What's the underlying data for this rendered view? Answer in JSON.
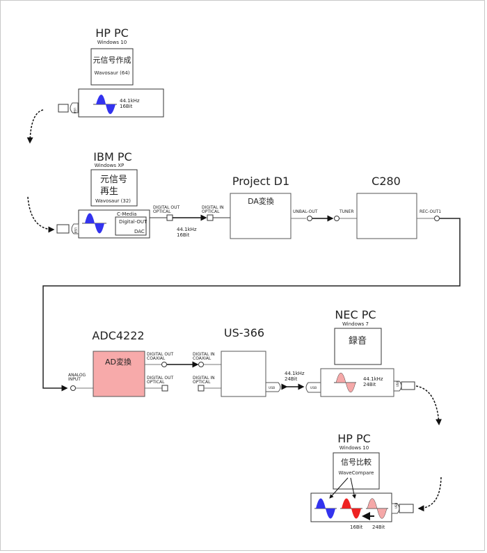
{
  "diagram": {
    "nodes": {
      "hp1": {
        "title": "HP PC",
        "os": "Windows 10",
        "task": "元信号作成",
        "software": "Wavosaur (64)",
        "format_rate": "44.1kHz",
        "format_bits": "16Bit",
        "usb": "USB"
      },
      "ibm": {
        "title": "IBM PC",
        "os": "Windows XP",
        "task_line1": "元信号",
        "task_line2": "再生",
        "software": "Wavosaur (32)",
        "card": "C-Media",
        "card_out": "Digital-OUT",
        "card_dac": "DAC",
        "usb": "USB",
        "port_out_1": "DIGITAL OUT",
        "port_out_2": "OPTICAL",
        "link_rate": "44.1kHz",
        "link_bits": "16Bit"
      },
      "d1": {
        "title": "Project D1",
        "function": "DA変換",
        "port_in_1": "DIGITAL IN",
        "port_in_2": "OPTICAL",
        "port_out": "UNBAL-OUT"
      },
      "c280": {
        "title": "C280",
        "port_in": "TUNER",
        "port_out": "REC-OUT1"
      },
      "adc": {
        "title": "ADC4222",
        "function": "AD変換",
        "port_in_1": "ANALOG",
        "port_in_2": "INPUT",
        "out_coax_1": "DIGITAL OUT",
        "out_coax_2": "COAXIAL",
        "out_opt_1": "DIGITAL OUT",
        "out_opt_2": "OPTICAL"
      },
      "us366": {
        "title": "US-366",
        "in_coax_1": "DIGITAL IN",
        "in_coax_2": "COAXIAL",
        "in_opt_1": "DIGITAL IN",
        "in_opt_2": "OPTICAL",
        "usb": "USB",
        "link_rate": "44.1kHz",
        "link_bits": "24Bit"
      },
      "nec": {
        "title": "NEC PC",
        "os": "Windows 7",
        "task": "録音",
        "usb_in": "USB",
        "usb_out": "USB",
        "format_rate": "44.1kHz",
        "format_bits": "24Bit"
      },
      "hp2": {
        "title": "HP PC",
        "os": "Windows 10",
        "task": "信号比較",
        "software": "WaveCompare",
        "usb": "USB",
        "label_16": "16Bit",
        "label_24": "24Bit"
      }
    },
    "colors": {
      "wave_16bit_source": "#3333ee",
      "wave_16bit_result": "#ee2222",
      "wave_24bit": "#f5a8a8",
      "adc_fill": "#f7aaaa"
    }
  }
}
